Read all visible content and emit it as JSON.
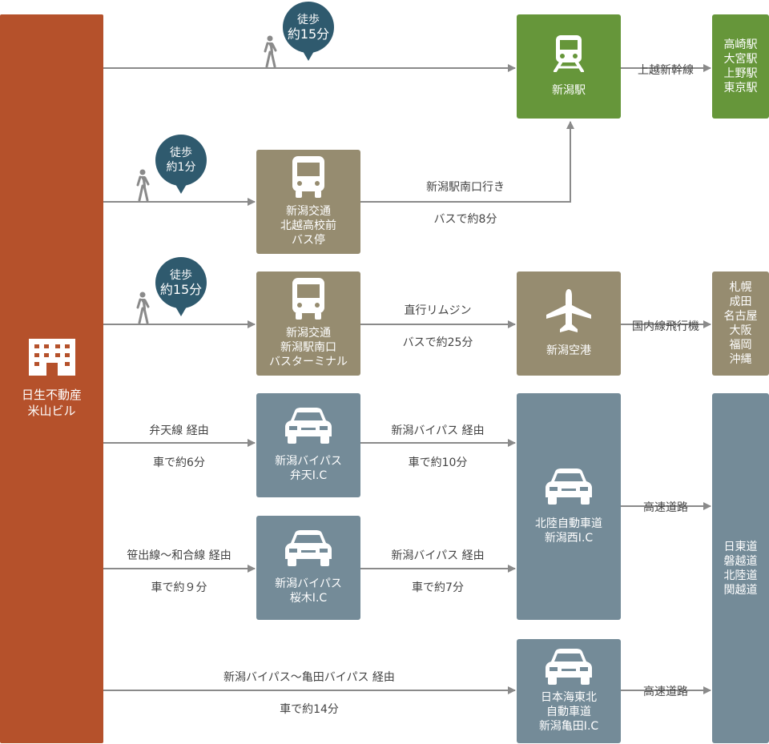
{
  "origin": {
    "label": "日生不動産\n米山ビル",
    "icon": "building-icon"
  },
  "walk_bubbles": [
    {
      "line1": "徒歩",
      "line2": "約15分"
    },
    {
      "line1": "徒歩",
      "line2": "約1分"
    },
    {
      "line1": "徒歩",
      "line2": "約15分"
    }
  ],
  "nodes": {
    "niigata_station": {
      "label": "新潟駅",
      "icon": "train-icon"
    },
    "hokuetsu_bus_stop": {
      "label": "新潟交通\n北越高校前\nバス停",
      "icon": "bus-icon"
    },
    "bus_terminal": {
      "label": "新潟交通\n新潟駅南口\nバスターミナル",
      "icon": "bus-icon"
    },
    "niigata_airport": {
      "label": "新潟空港",
      "icon": "airplane-icon"
    },
    "benten_ic": {
      "label": "新潟バイパス\n弁天I.C",
      "icon": "car-icon"
    },
    "sakuragi_ic": {
      "label": "新潟バイパス\n桜木I.C",
      "icon": "car-icon"
    },
    "niigata_nishi_ic": {
      "label": "北陸自動車道\n新潟西I.C",
      "icon": "car-icon"
    },
    "kameda_ic": {
      "label": "日本海東北\n自動車道\n新潟亀田I.C",
      "icon": "car-icon"
    }
  },
  "destinations": {
    "shinkansen": "高崎駅\n大宮駅\n上野駅\n東京駅",
    "flights": "札幌\n成田\n名古屋\n大阪\n福岡\n沖縄",
    "expressways": "日東道\n磐越道\n北陸道\n関越道"
  },
  "routes": {
    "joetsu_shinkansen": "上越新幹線",
    "bus_to_station_1": "新潟駅南口行き",
    "bus_to_station_2": "バスで約8分",
    "limousine_1": "直行リムジン",
    "limousine_2": "バスで約25分",
    "domestic_flight": "国内線飛行機",
    "benten_1": "弁天線 経由",
    "benten_2": "車で約6分",
    "bypass_10_1": "新潟バイパス 経由",
    "bypass_10_2": "車で約10分",
    "sasade_1": "笹出線〜和合線 経由",
    "sasade_2": "車で約９分",
    "bypass_7_1": "新潟バイパス 経由",
    "bypass_7_2": "車で約7分",
    "expressway_1": "高速道路",
    "kameda_1": "新潟バイパス〜亀田バイパス 経由",
    "kameda_2": "車で約14分",
    "expressway_2": "高速道路"
  },
  "colors": {
    "origin": "#b5512b",
    "station": "#66963a",
    "bus": "#968c70",
    "car": "#748b98",
    "bubble": "#2f5a6e",
    "line": "#8a8a8a"
  }
}
